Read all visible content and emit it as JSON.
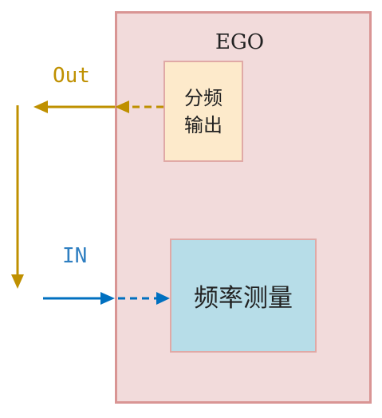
{
  "ego": {
    "title": "EGO"
  },
  "blocks": {
    "divider_output": "分频输出",
    "frequency_measure": "频率测量"
  },
  "signals": {
    "out_label": "Out",
    "in_label": "IN"
  },
  "colors": {
    "out_signal": "#bf9000",
    "in_signal": "#0070c0",
    "ego_fill": "#f2dbdb",
    "ego_border": "#d99594",
    "divider_fill": "#fdeacb",
    "freq_fill": "#b7dde8"
  }
}
